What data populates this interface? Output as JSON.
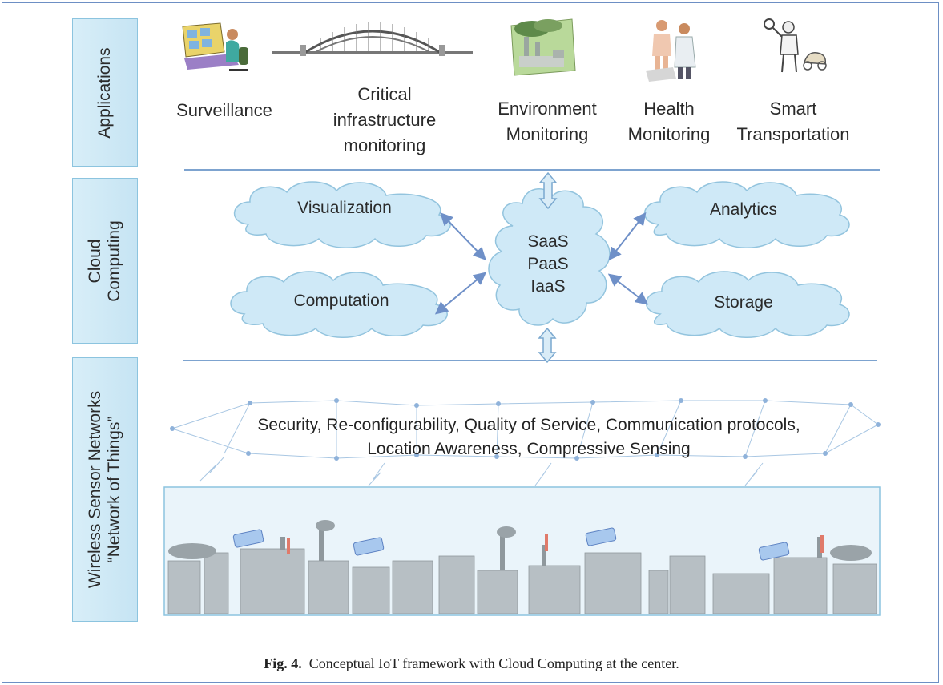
{
  "layers": {
    "applications": "Applications",
    "cloud_line1": "Cloud",
    "cloud_line2": "Computing",
    "wsn_line1": "Wireless Sensor Networks",
    "wsn_line2": "“Network of Things”"
  },
  "applications": [
    {
      "line1": "Surveillance",
      "line2": "",
      "line3": "",
      "icon": "surveillance-operator-icon"
    },
    {
      "line1": "Critical",
      "line2": "infrastructure",
      "line3": "monitoring",
      "icon": "bridge-icon"
    },
    {
      "line1": "Environment",
      "line2": "Monitoring",
      "line3": "",
      "icon": "factory-environment-icon"
    },
    {
      "line1": "Health",
      "line2": "Monitoring",
      "line3": "",
      "icon": "patient-doctor-icon"
    },
    {
      "line1": "Smart",
      "line2": "Transportation",
      "line3": "",
      "icon": "traffic-officer-icon"
    }
  ],
  "cloud": {
    "visualization": "Visualization",
    "computation": "Computation",
    "analytics": "Analytics",
    "storage": "Storage",
    "center_line1": "SaaS",
    "center_line2": "PaaS",
    "center_line3": "IaaS"
  },
  "wsn": {
    "line1": "Security, Re-configurability, Quality of Service, Communication protocols,",
    "line2": "Location Awareness, Compressive Sensing"
  },
  "caption": {
    "label": "Fig. 4.",
    "text": "Conceptual IoT framework with Cloud Computing at the center."
  },
  "colors": {
    "cloud_fill": "#cfe9f7",
    "cloud_stroke": "#93c4de",
    "arrow": "#6f90c8",
    "layer_line": "#7da3cf"
  }
}
